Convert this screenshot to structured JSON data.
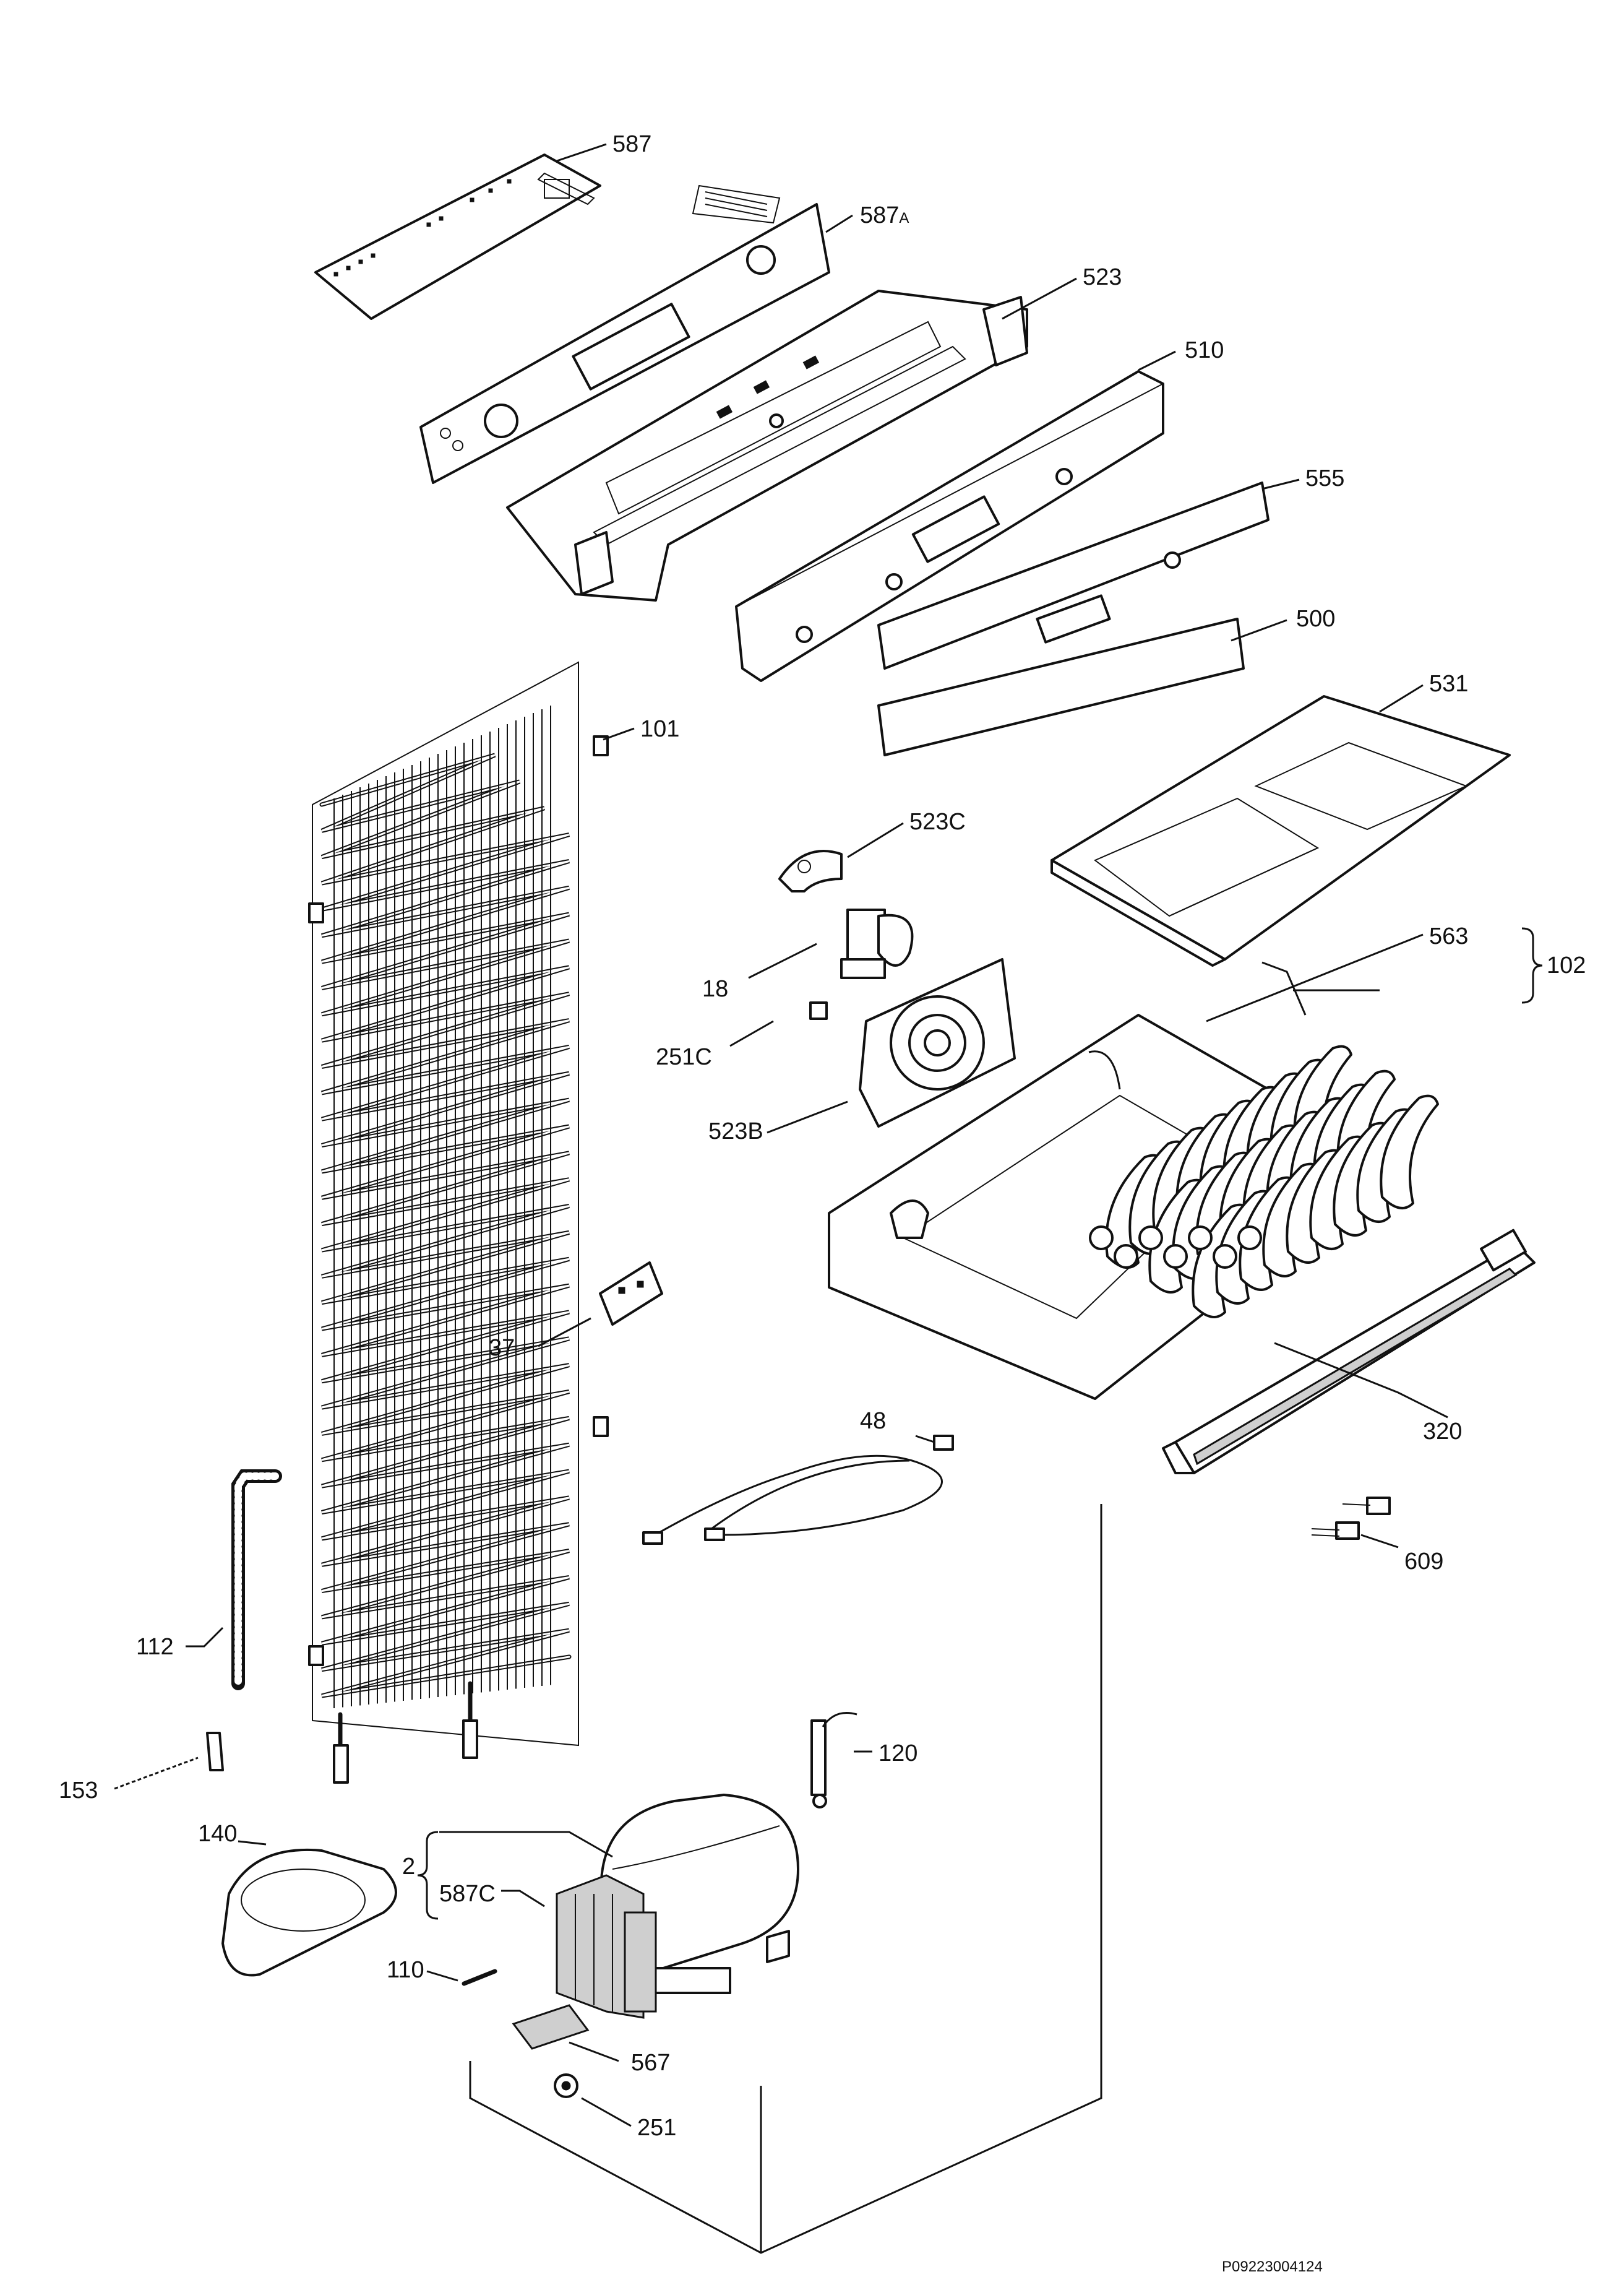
{
  "callouts": {
    "c587": "587",
    "c587A": "587",
    "c587A_suffix": "A",
    "c523": "523",
    "c510": "510",
    "c555": "555",
    "c500": "500",
    "c101": "101",
    "c531": "531",
    "c523C": "523C",
    "c563": "563",
    "c102": "102",
    "c18": "18",
    "c251C": "251C",
    "c523B": "523B",
    "c37": "37",
    "c48": "48",
    "c320": "320",
    "c609": "609",
    "c112": "112",
    "c120": "120",
    "c153": "153",
    "c140": "140",
    "c2": "2",
    "c587C": "587C",
    "c110": "110",
    "c567": "567",
    "c251": "251"
  },
  "drawing_code": "P09223004124"
}
